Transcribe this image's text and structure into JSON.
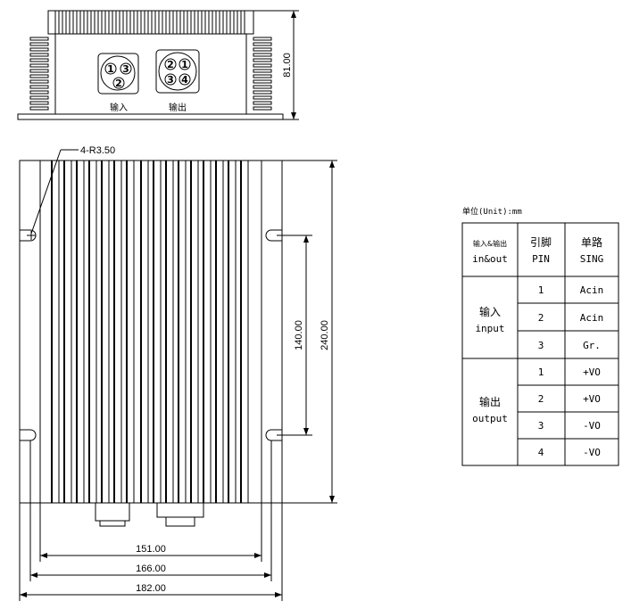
{
  "front_view": {
    "height_dim": "81.00",
    "input_label": "输入",
    "output_label": "输出",
    "input_pins": [
      "1",
      "3",
      "2"
    ],
    "output_pins": [
      "2",
      "1",
      "3",
      "4"
    ]
  },
  "top_view": {
    "hole_note": "4-R3.50",
    "dim_140": "140.00",
    "dim_240": "240.00",
    "dim_151": "151.00",
    "dim_166": "166.00",
    "dim_182": "182.00"
  },
  "table": {
    "unit_caption": "单位(Unit):mm",
    "header": {
      "col1_zh": "输入&输出",
      "col1_en": "in&out",
      "col2_zh": "引脚",
      "col2_en": "PIN",
      "col3_zh": "单路",
      "col3_en": "SING"
    },
    "groups": [
      {
        "name_zh": "输入",
        "name_en": "input",
        "rows": [
          {
            "pin": "1",
            "sig": "Acin"
          },
          {
            "pin": "2",
            "sig": "Acin"
          },
          {
            "pin": "3",
            "sig": "Gr."
          }
        ]
      },
      {
        "name_zh": "输出",
        "name_en": "output",
        "rows": [
          {
            "pin": "1",
            "sig": "+VO"
          },
          {
            "pin": "2",
            "sig": "+VO"
          },
          {
            "pin": "3",
            "sig": "-VO"
          },
          {
            "pin": "4",
            "sig": "-VO"
          }
        ]
      }
    ]
  }
}
